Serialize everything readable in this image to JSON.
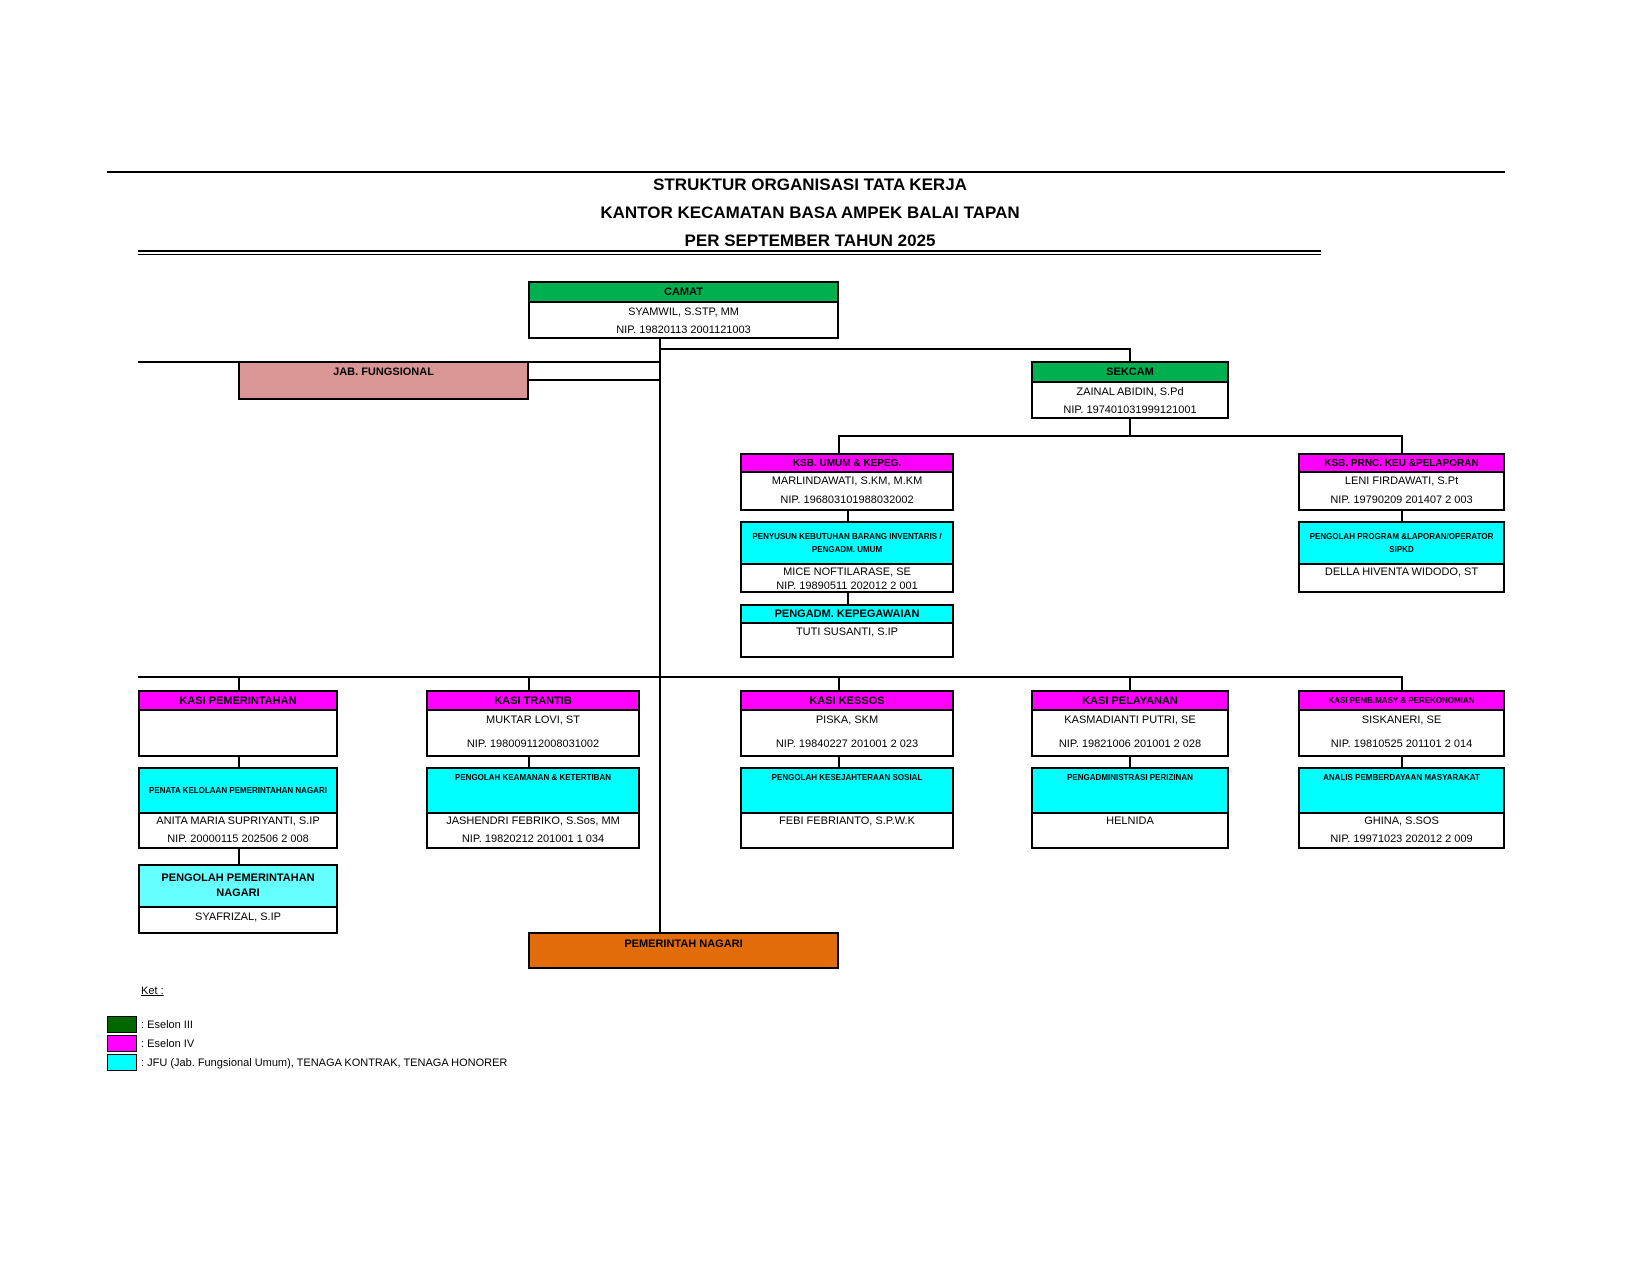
{
  "title": {
    "line1": "STRUKTUR ORGANISASI TATA KERJA",
    "line2": "KANTOR KECAMATAN BASA AMPEK BALAI TAPAN",
    "line3": "PER SEPTEMBER TAHUN 2025"
  },
  "camat": {
    "title": "CAMAT",
    "name": "SYAMWIL, S.STP, MM",
    "nip": "NIP. 19820113 2001121003"
  },
  "jab_fungsional": {
    "title": "JAB. FUNGSIONAL"
  },
  "sekcam": {
    "title": "SEKCAM",
    "name": "ZAINAL ABIDIN, S.Pd",
    "nip": "NIP. 197401031999121001"
  },
  "ksb_umum": {
    "title": "KSB. UMUM & KEPEG.",
    "name": "MARLINDAWATI, S.KM, M.KM",
    "nip": "NIP. 196803101988032002"
  },
  "penyusun": {
    "title": "PENYUSUN KEBUTUHAN BARANG INVENTARIS / PENGADM. UMUM",
    "name": "MICE NOFTILARASE, SE",
    "nip": "NIP. 19890511 202012 2 001"
  },
  "pengadm_kepeg": {
    "title": "PENGADM. KEPEGAWAIAN",
    "name": "TUTI SUSANTI, S.IP"
  },
  "ksb_keu": {
    "title": "KSB. PRNC. KEU &PELAPORAN",
    "name": "LENI FIRDAWATI, S.Pt",
    "nip": "NIP. 19790209 201407 2 003"
  },
  "pengolah_program": {
    "title": "PENGOLAH PROGRAM &LAPORAN/OPERATOR SIPKD",
    "name": "DELLA HIVENTA WIDODO, ST"
  },
  "kasi_pem": {
    "title": "KASI PEMERINTAHAN"
  },
  "penata": {
    "title": "PENATA KELOLAAN PEMERINTAHAN NAGARI",
    "name": "ANITA MARIA SUPRIYANTI, S.IP",
    "nip": "NIP. 20000115 202506 2 008"
  },
  "pengolah_pem": {
    "title": "PENGOLAH PEMERINTAHAN NAGARI",
    "name": "SYAFRIZAL, S.IP"
  },
  "kasi_trantib": {
    "title": "KASI TRANTIB",
    "name": "MUKTAR LOVI, ST",
    "nip": "NIP. 198009112008031002"
  },
  "pengolah_keamanan": {
    "title": "PENGOLAH KEAMANAN & KETERTIBAN",
    "name": "JASHENDRI FEBRIKO, S.Sos, MM",
    "nip": "NIP. 19820212 201001 1 034"
  },
  "kasi_kessos": {
    "title": "KASI KESSOS",
    "name": "PISKA, SKM",
    "nip": "NIP. 19840227 201001 2 023"
  },
  "pengolah_kessos": {
    "title": "PENGOLAH KESEJAHTERAAN SOSIAL",
    "name": "FEBI FEBRIANTO, S.P.W.K"
  },
  "kasi_pelayanan": {
    "title": "KASI PELAYANAN",
    "name": "KASMADIANTI PUTRI, SE",
    "nip": "NIP. 19821006 201001 2 028"
  },
  "pengadm_izin": {
    "title": "PENGADMINISTRASI PERIZINAN",
    "name": "HELNIDA"
  },
  "kasi_pmd": {
    "title": "KASI PEMB.MASY & PEREKONOMIAN",
    "name": "SISKANERI, SE",
    "nip": "NIP. 19810525 201101 2 014"
  },
  "analis": {
    "title": "ANALIS PEMBERDAYAAN MASYARAKAT",
    "name": "GHINA, S.SOS",
    "nip": "NIP. 19971023 202012 2 009"
  },
  "pemerintah_nagari": {
    "title": "PEMERINTAH NAGARI"
  },
  "legend": {
    "heading": "Ket :",
    "items": [
      {
        "label": ": Eselon III",
        "color": "#006600"
      },
      {
        "label": ": Eselon IV",
        "color": "#ff00ff"
      },
      {
        "label": ": JFU (Jab. Fungsional Umum), TENAGA KONTRAK, TENAGA HONORER",
        "color": "#00ffff"
      }
    ]
  },
  "colors": {
    "eselon3": "#00b050",
    "eselon4": "#ff00ff",
    "jfu": "#00ffff",
    "jab_fungsional": "#da9694",
    "pemerintah_nagari": "#e26b0a"
  }
}
